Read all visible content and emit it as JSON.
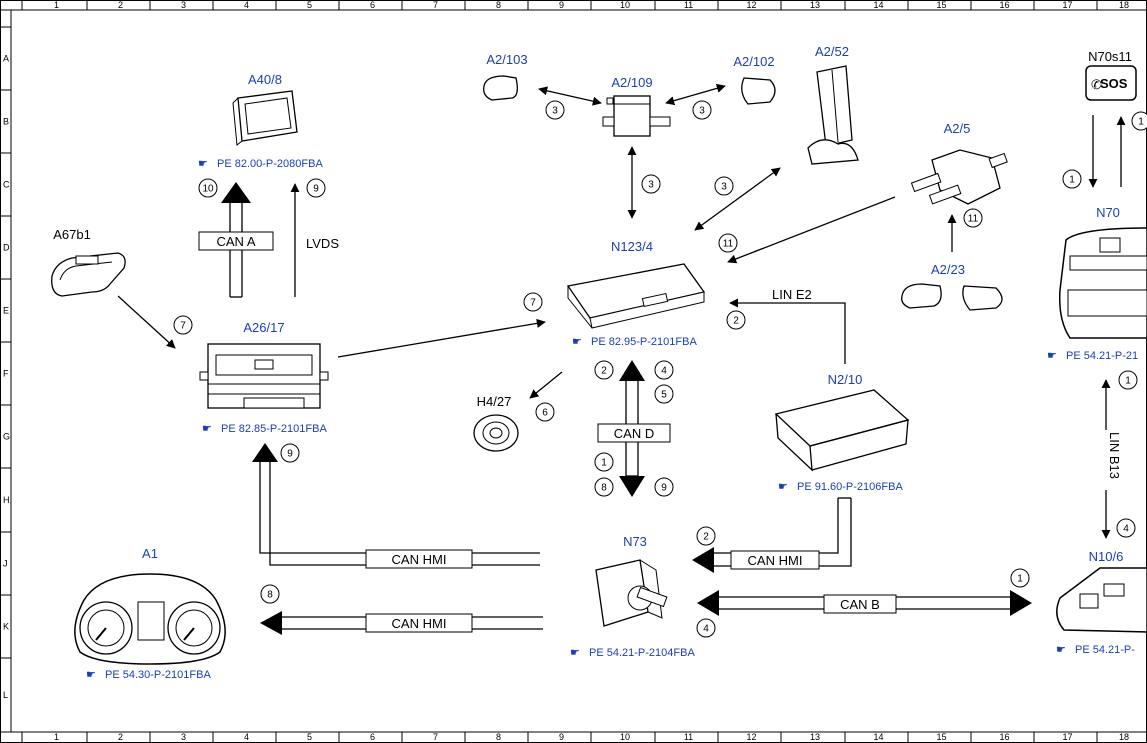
{
  "grid": {
    "columns": [
      "1",
      "2",
      "3",
      "4",
      "5",
      "6",
      "7",
      "8",
      "9",
      "10",
      "11",
      "12",
      "13",
      "14",
      "15",
      "16",
      "17",
      "18"
    ],
    "rows": [
      "A",
      "B",
      "C",
      "D",
      "E",
      "F",
      "G",
      "H",
      "J",
      "K",
      "L"
    ]
  },
  "colors": {
    "label": "#1a3fb5",
    "line": "#000000"
  },
  "components": {
    "a40_8": "A40/8",
    "a67b1": "A67b1",
    "a26_17": "A26/17",
    "a1": "A1",
    "a2_103": "A2/103",
    "a2_109": "A2/109",
    "a2_102": "A2/102",
    "a2_52": "A2/52",
    "a2_5": "A2/5",
    "a2_23": "A2/23",
    "n123_4": "N123/4",
    "h4_27": "H4/27",
    "n2_10": "N2/10",
    "n73": "N73",
    "n70s11": "N70s11",
    "n70": "N70",
    "n10_6": "N10/6"
  },
  "refs": {
    "a40_8": "PE 82.00-P-2080FBA",
    "a26_17": "PE 82.85-P-2101FBA",
    "a1": "PE 54.30-P-2101FBA",
    "n123_4": "PE 82.95-P-2101FBA",
    "n2_10": "PE 91.60-P-2106FBA",
    "n73": "PE 54.21-P-2104FBA",
    "n70": "PE 54.21-P-21",
    "n10_6": "PE 54.21-P-"
  },
  "buses": {
    "can_a": "CAN A",
    "lvds": "LVDS",
    "can_d": "CAN D",
    "lin_e2": "LIN E2",
    "can_hmi_1": "CAN HMI",
    "can_hmi_2": "CAN HMI",
    "can_hmi_3": "CAN HMI",
    "can_b": "CAN B",
    "lin_b13": "LIN B13"
  },
  "icons": {
    "sos_button": "SOS"
  },
  "circled": {
    "n10": "10",
    "n9a": "9",
    "n7a": "7",
    "n7b": "7",
    "n9b": "9",
    "n8a": "8",
    "n3a": "3",
    "n3b": "3",
    "n3c": "3",
    "n3d": "3",
    "n11a": "11",
    "n11b": "11",
    "n2a": "2",
    "n2b": "2",
    "n4a": "4",
    "n5": "5",
    "n6": "6",
    "n1a": "1",
    "n8b": "8",
    "n9c": "9",
    "n2c": "2",
    "n4b": "4",
    "n1b": "1",
    "n1c": "1",
    "n1d": "1",
    "n4c": "4",
    "n1e": "1"
  }
}
